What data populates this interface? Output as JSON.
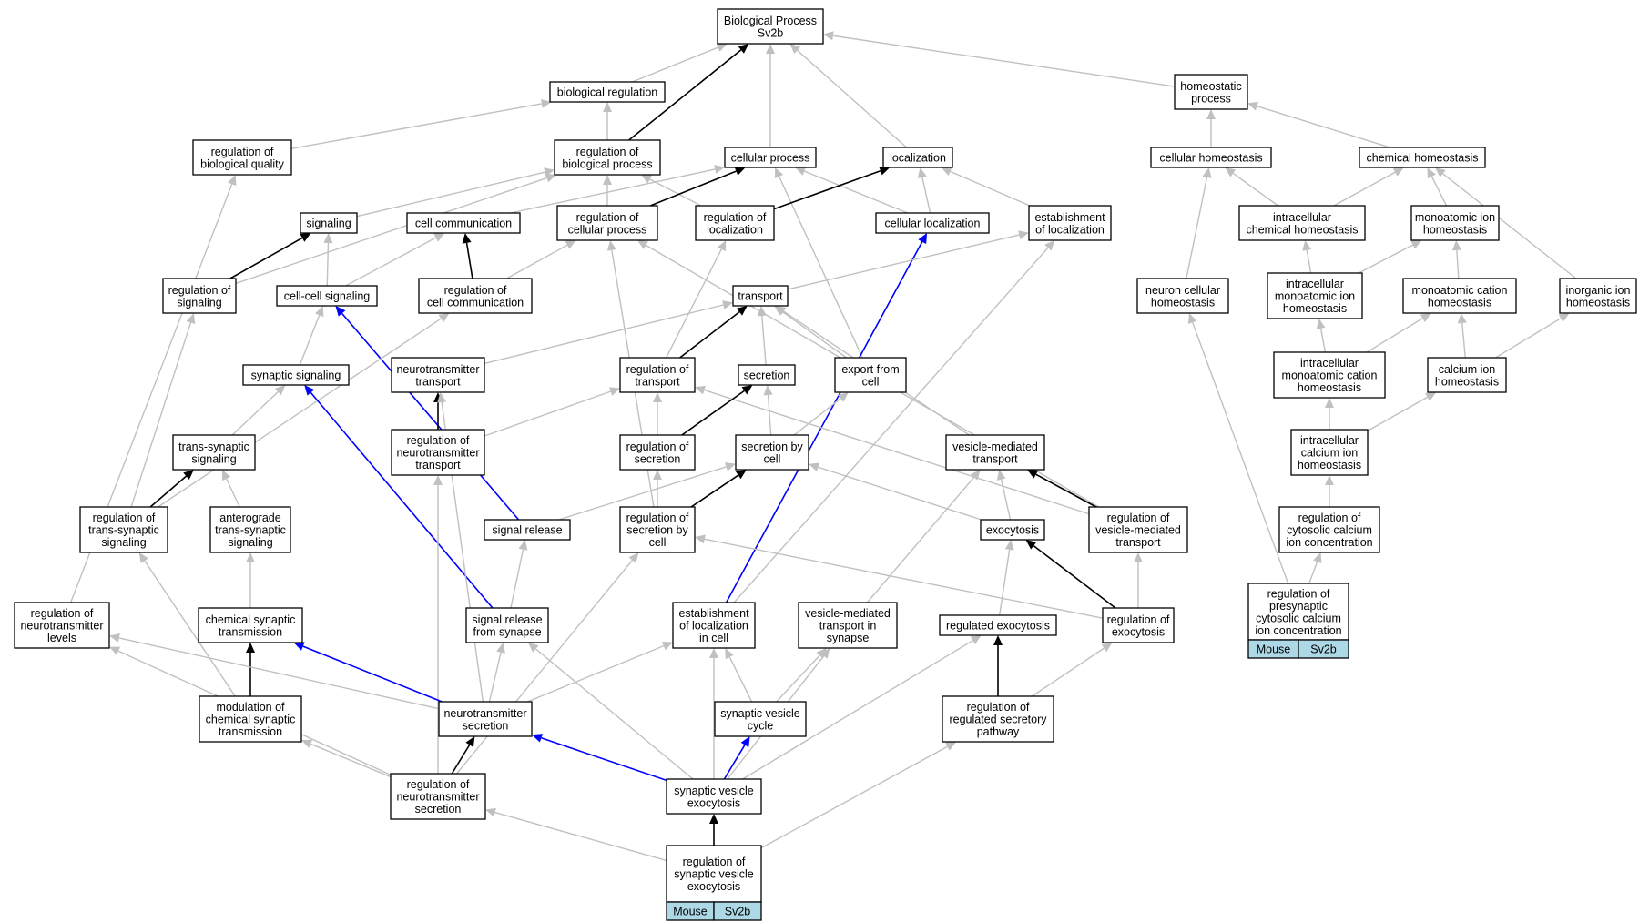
{
  "colors": {
    "gray_edge": "#c0c0c0",
    "black_edge": "#000000",
    "blue_edge": "#0000ff",
    "tag_fill": "#add8e6"
  },
  "nodes": {
    "bp": [
      "Biological Process",
      "Sv2b"
    ],
    "biological_regulation": [
      "biological regulation"
    ],
    "homeostatic_process": [
      "homeostatic",
      "process"
    ],
    "regulation_of_biological_quality": [
      "regulation of",
      "biological quality"
    ],
    "regulation_of_biological_process": [
      "regulation of",
      "biological process"
    ],
    "cellular_process": [
      "cellular process"
    ],
    "localization": [
      "localization"
    ],
    "cellular_homeostasis": [
      "cellular homeostasis"
    ],
    "chemical_homeostasis": [
      "chemical homeostasis"
    ],
    "signaling": [
      "signaling"
    ],
    "cell_communication": [
      "cell communication"
    ],
    "regulation_of_cellular_process": [
      "regulation of",
      "cellular process"
    ],
    "regulation_of_localization": [
      "regulation of",
      "localization"
    ],
    "cellular_localization": [
      "cellular localization"
    ],
    "establishment_of_localization": [
      "establishment",
      "of localization"
    ],
    "intracellular_chemical_homeostasis": [
      "intracellular",
      "chemical homeostasis"
    ],
    "monoatomic_ion_homeostasis": [
      "monoatomic ion",
      "homeostasis"
    ],
    "regulation_of_signaling": [
      "regulation of",
      "signaling"
    ],
    "cell_cell_signaling": [
      "cell-cell signaling"
    ],
    "regulation_of_cell_communication": [
      "regulation of",
      "cell communication"
    ],
    "transport": [
      "transport"
    ],
    "neuron_cellular_homeostasis": [
      "neuron cellular",
      "homeostasis"
    ],
    "intracellular_monoatomic_ion_homeostasis": [
      "intracellular",
      "monoatomic ion",
      "homeostasis"
    ],
    "monoatomic_cation_homeostasis": [
      "monoatomic cation",
      "homeostasis"
    ],
    "inorganic_ion_homeostasis": [
      "inorganic ion",
      "homeostasis"
    ],
    "synaptic_signaling": [
      "synaptic signaling"
    ],
    "neurotransmitter_transport": [
      "neurotransmitter",
      "transport"
    ],
    "regulation_of_transport": [
      "regulation of",
      "transport"
    ],
    "secretion": [
      "secretion"
    ],
    "export_from_cell": [
      "export from",
      "cell"
    ],
    "intracellular_monoatomic_cation_homeostasis": [
      "intracellular",
      "monoatomic cation",
      "homeostasis"
    ],
    "calcium_ion_homeostasis": [
      "calcium ion",
      "homeostasis"
    ],
    "trans_synaptic_signaling": [
      "trans-synaptic",
      "signaling"
    ],
    "regulation_of_neurotransmitter_transport": [
      "regulation of",
      "neurotransmitter",
      "transport"
    ],
    "regulation_of_secretion": [
      "regulation of",
      "secretion"
    ],
    "secretion_by_cell": [
      "secretion by",
      "cell"
    ],
    "vesicle_mediated_transport": [
      "vesicle-mediated",
      "transport"
    ],
    "intracellular_calcium_ion_homeostasis": [
      "intracellular",
      "calcium ion",
      "homeostasis"
    ],
    "regulation_of_trans_synaptic_signaling": [
      "regulation of",
      "trans-synaptic",
      "signaling"
    ],
    "anterograde_trans_synaptic_signaling": [
      "anterograde",
      "trans-synaptic",
      "signaling"
    ],
    "signal_release": [
      "signal release"
    ],
    "regulation_of_secretion_by_cell": [
      "regulation of",
      "secretion by",
      "cell"
    ],
    "exocytosis": [
      "exocytosis"
    ],
    "regulation_of_vesicle_mediated_transport": [
      "regulation of",
      "vesicle-mediated",
      "transport"
    ],
    "regulation_of_cytosolic_calcium_ion_concentration": [
      "regulation of",
      "cytosolic calcium",
      "ion concentration"
    ],
    "regulation_of_neurotransmitter_levels": [
      "regulation of",
      "neurotransmitter",
      "levels"
    ],
    "chemical_synaptic_transmission": [
      "chemical synaptic",
      "transmission"
    ],
    "signal_release_from_synapse": [
      "signal release",
      "from synapse"
    ],
    "establishment_of_localization_in_cell": [
      "establishment",
      "of localization",
      "in cell"
    ],
    "vesicle_mediated_transport_in_synapse": [
      "vesicle-mediated",
      "transport in",
      "synapse"
    ],
    "regulated_exocytosis": [
      "regulated exocytosis"
    ],
    "regulation_of_exocytosis": [
      "regulation of",
      "exocytosis"
    ],
    "regulation_of_presynaptic_cytosolic_calcium_ion_concentration": [
      "regulation of",
      "presynaptic",
      "cytosolic calcium",
      "ion concentration"
    ],
    "modulation_of_chemical_synaptic_transmission": [
      "modulation of",
      "chemical synaptic",
      "transmission"
    ],
    "neurotransmitter_secretion": [
      "neurotransmitter",
      "secretion"
    ],
    "synaptic_vesicle_cycle": [
      "synaptic vesicle",
      "cycle"
    ],
    "regulation_of_regulated_secretory_pathway": [
      "regulation of",
      "regulated secretory",
      "pathway"
    ],
    "regulation_of_neurotransmitter_secretion": [
      "regulation of",
      "neurotransmitter",
      "secretion"
    ],
    "synaptic_vesicle_exocytosis": [
      "synaptic vesicle",
      "exocytosis"
    ],
    "regulation_of_synaptic_vesicle_exocytosis": [
      "regulation of",
      "synaptic vesicle",
      "exocytosis"
    ]
  },
  "tags": {
    "regulation_of_presynaptic_cytosolic_calcium_ion_concentration": [
      "Mouse",
      "Sv2b"
    ],
    "regulation_of_synaptic_vesicle_exocytosis": [
      "Mouse",
      "Sv2b"
    ]
  }
}
